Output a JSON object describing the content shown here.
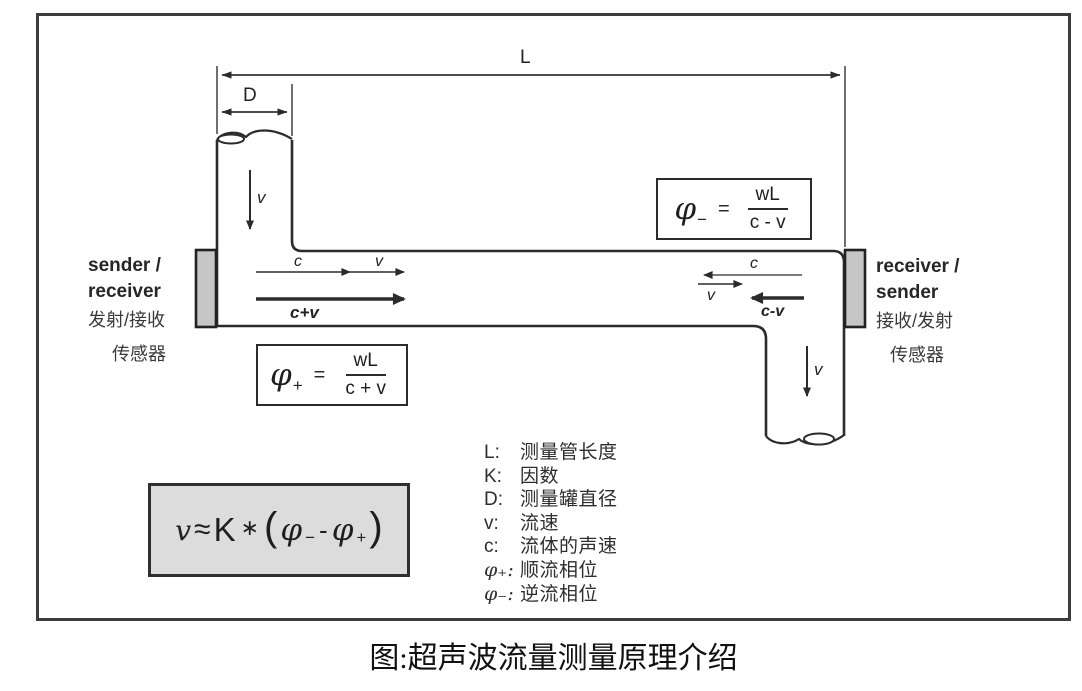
{
  "colors": {
    "ink": "#2b2b2b",
    "frame_border": "#3c3c3c",
    "transducer_fill": "#c6c6c6",
    "result_box_fill": "#dcdcdc"
  },
  "dimensions": {
    "length": "L",
    "diameter": "D"
  },
  "flow": {
    "top_v": "v",
    "left_c": "c",
    "left_v": "v",
    "left_sum": "c+v",
    "right_c": "c",
    "right_v": "v",
    "right_diff": "c-v",
    "down_v": "v"
  },
  "sender_label": {
    "en1": "sender /",
    "en2": "receiver",
    "cn1": "发射/接收",
    "cn2": "传感器"
  },
  "receiver_label": {
    "en1": "receiver /",
    "en2": "sender",
    "cn1": "接收/发射",
    "cn2": "传感器"
  },
  "formulas": {
    "upstream": {
      "phi": "φ",
      "sub": "−",
      "equals": "=",
      "numerator": "wL",
      "denominator": "c - v"
    },
    "downstream": {
      "phi": "φ",
      "sub": "+",
      "equals": "=",
      "numerator": "wL",
      "denominator": "c + v"
    },
    "result": {
      "v": "v",
      "approx": "≈",
      "k": "K",
      "star": "∗",
      "lparen": "(",
      "phi_minus": "φ",
      "phi_minus_sub": "−",
      "minus": "-",
      "phi_plus": "φ",
      "phi_plus_sub": "+",
      "rparen": ")"
    }
  },
  "legend": {
    "items": [
      {
        "symbol": "L:",
        "text": "测量管长度"
      },
      {
        "symbol": "K:",
        "text": "因数"
      },
      {
        "symbol": "D:",
        "text": "测量罐直径"
      },
      {
        "symbol": "v:",
        "text": "流速"
      },
      {
        "symbol": "c:",
        "text": "流体的声速"
      },
      {
        "symbol": "φ₊:",
        "text": "顺流相位"
      },
      {
        "symbol": "φ₋:",
        "text": "逆流相位"
      }
    ]
  },
  "caption": "图:超声波流量测量原理介绍"
}
